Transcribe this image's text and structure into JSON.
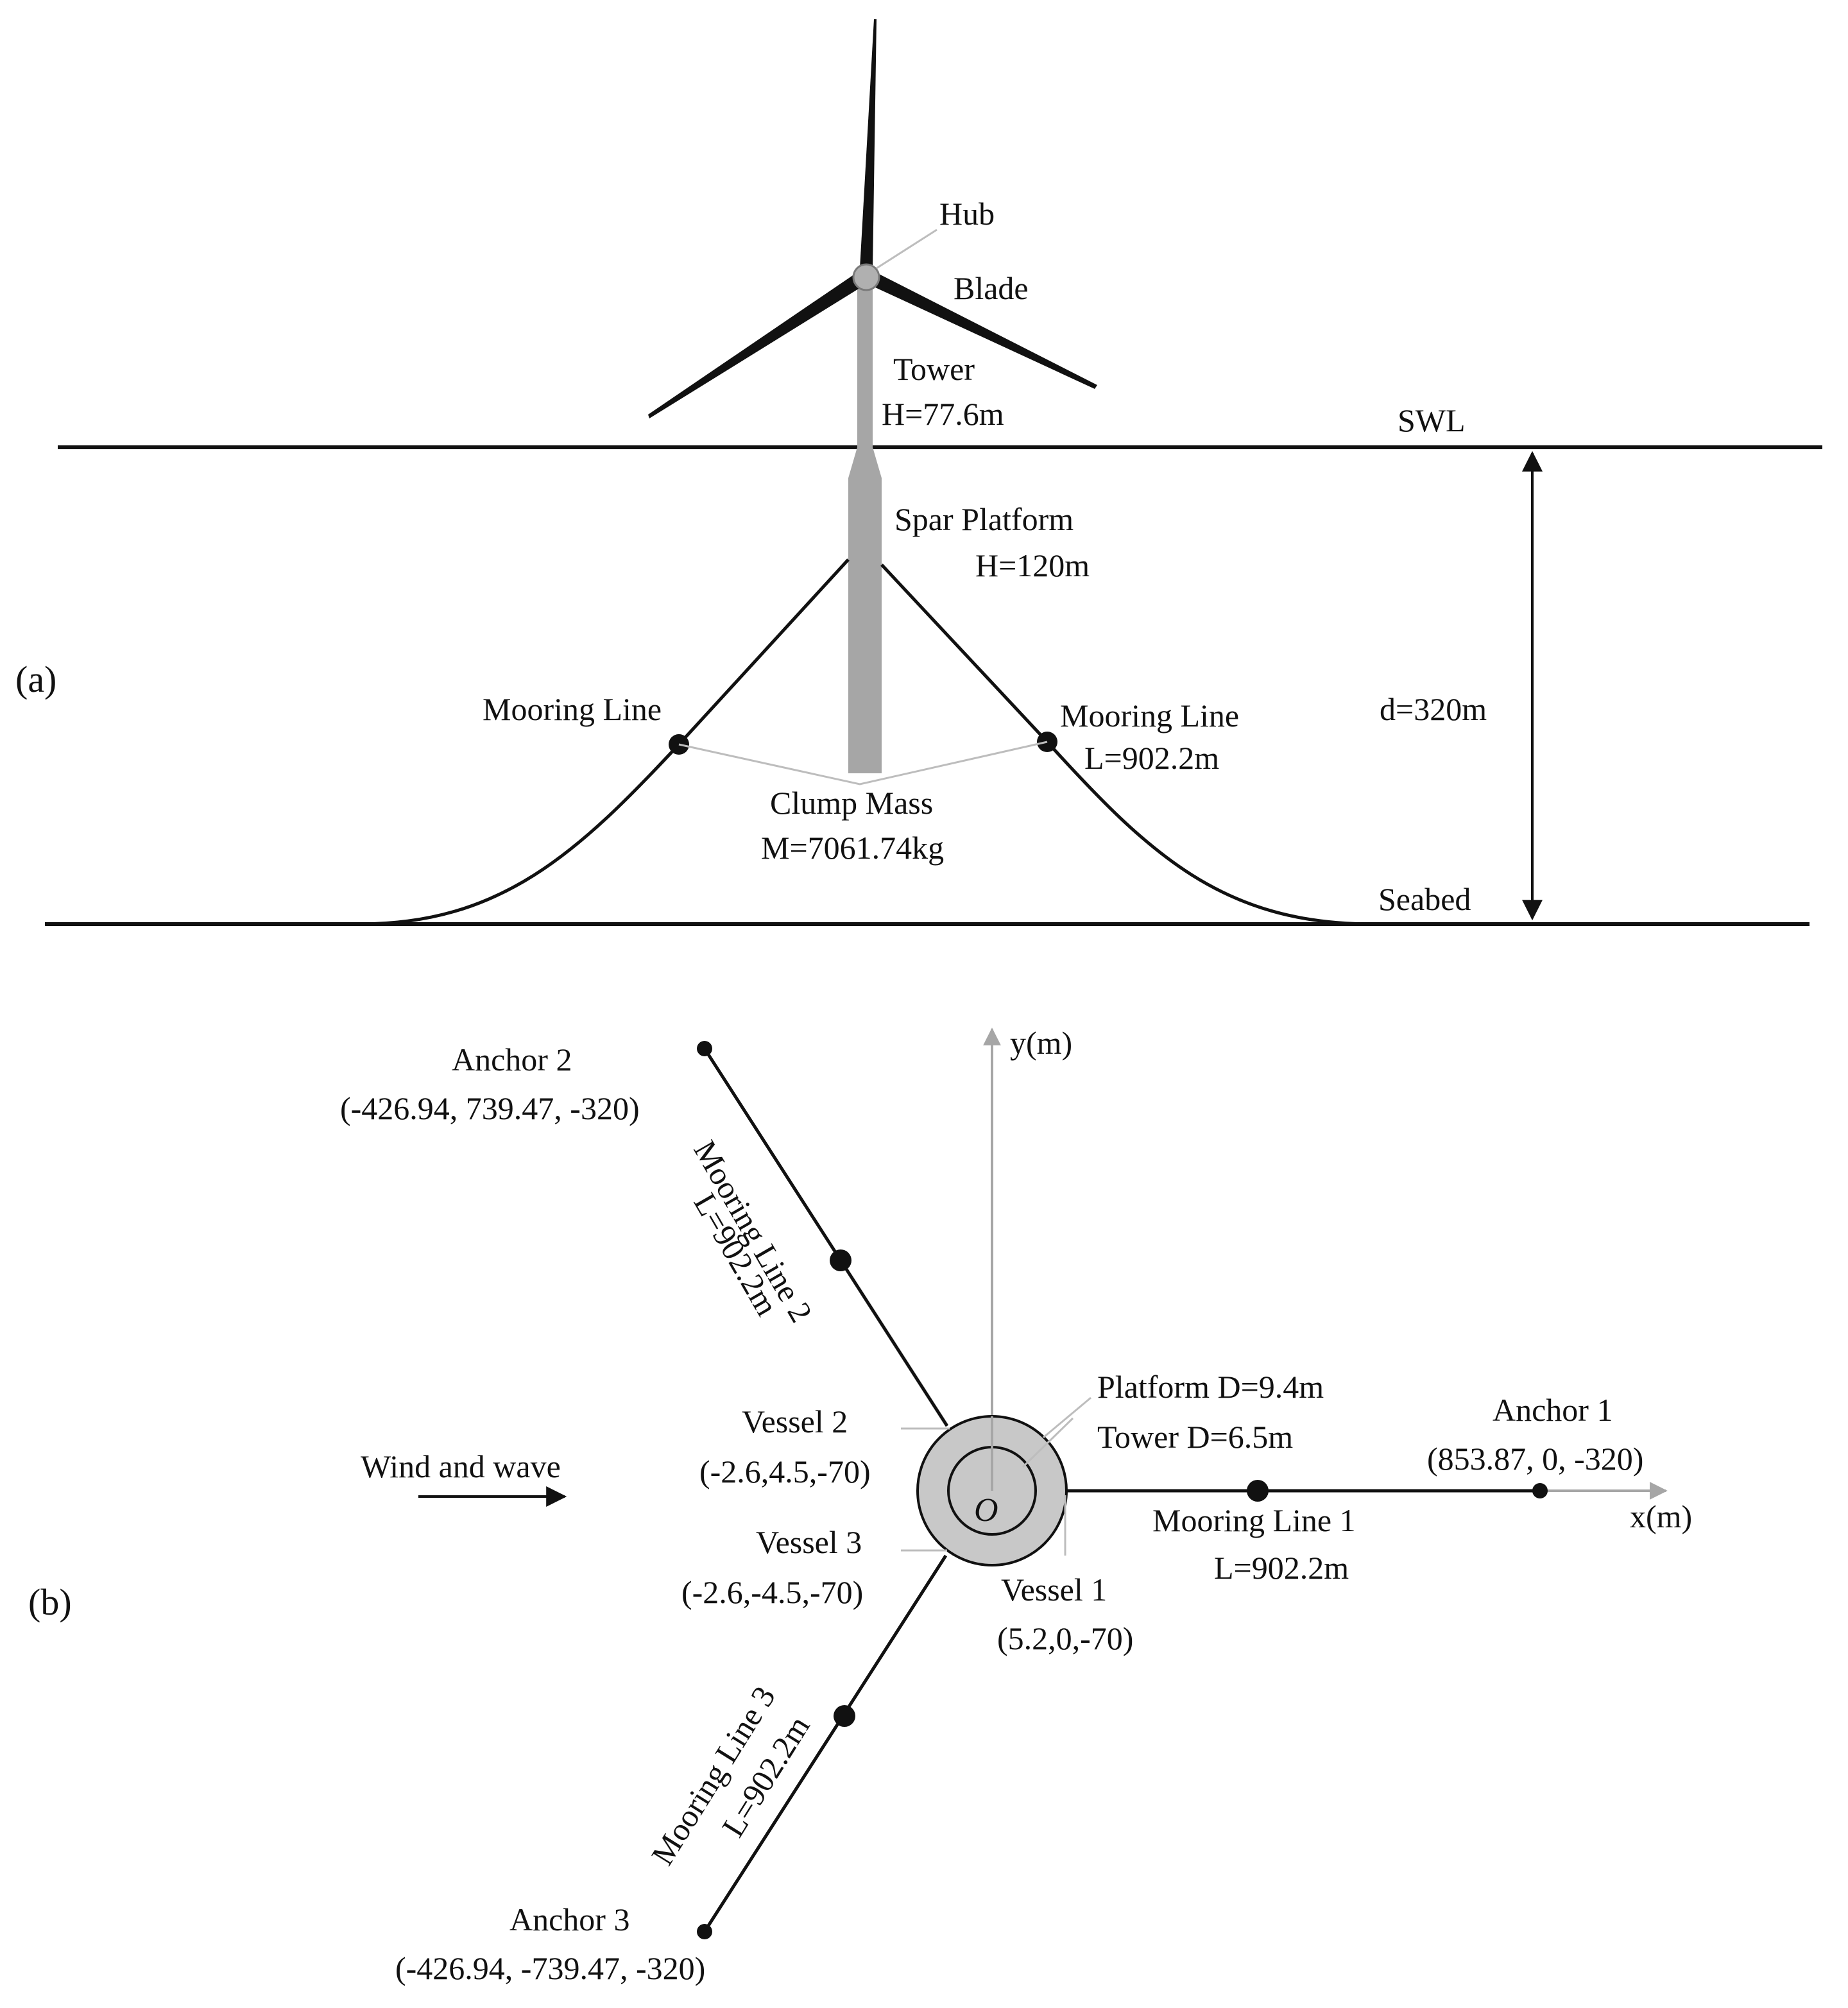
{
  "panel_a": {
    "panel_label": "(a)",
    "hub": "Hub",
    "blade": "Blade",
    "tower": "Tower",
    "tower_height": "H=77.6m",
    "swl": "SWL",
    "spar_platform": "Spar Platform",
    "spar_height": "H=120m",
    "mooring_line_left": "Mooring Line",
    "mooring_line_right": "Mooring Line",
    "mooring_length": "L=902.2m",
    "clump_mass": "Clump Mass",
    "clump_mass_value": "M=7061.74kg",
    "depth": "d=320m",
    "seabed": "Seabed"
  },
  "panel_b": {
    "panel_label": "(b)",
    "y_axis": "y(m)",
    "x_axis": "x(m)",
    "origin": "O",
    "anchor_2": "Anchor 2",
    "anchor_2_coords": "(-426.94, 739.47, -320)",
    "mooring_line_2": "Mooring Line 2",
    "mooring_line_2_length": "L=902.2m",
    "platform_diameter": "Platform D=9.4m",
    "tower_diameter": "Tower D=6.5m",
    "anchor_1": "Anchor 1",
    "anchor_1_coords": "(853.87, 0, -320)",
    "vessel_2": "Vessel 2",
    "vessel_2_coords": "(-2.6,4.5,-70)",
    "wind_wave": "Wind and wave",
    "mooring_line_1": "Mooring Line 1",
    "mooring_line_1_length": "L=902.2m",
    "vessel_3": "Vessel 3",
    "vessel_3_coords": "(-2.6,-4.5,-70)",
    "vessel_1": "Vessel 1",
    "vessel_1_coords": "(5.2,0,-70)",
    "mooring_line_3": "Mooring Line 3",
    "mooring_line_3_length": "L=902.2m",
    "anchor_3": "Anchor 3",
    "anchor_3_coords": "(-426.94, -739.47, -320)"
  },
  "colors": {
    "line": "#111111",
    "structure_gray": "#a6a6a6",
    "leader_gray": "#bdbdbd",
    "platform_fill": "#c8c8c8"
  }
}
